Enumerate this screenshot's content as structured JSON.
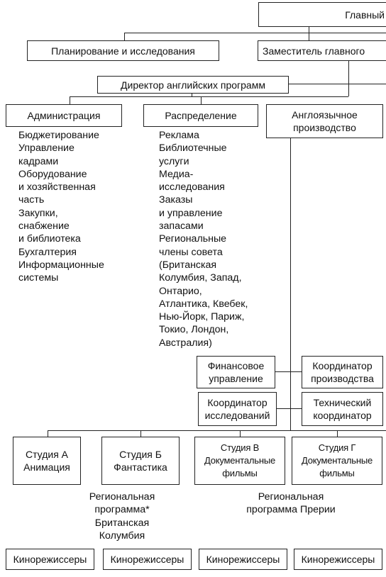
{
  "top": {
    "chief": "Главный",
    "planning": "Планирование и исследования",
    "deputy": "Заместитель главного",
    "director": "Директор английских программ"
  },
  "departments": {
    "admin": {
      "label": "Администрация",
      "items": "Бюджетирование\nУправление\nкадрами\nОборудование\nи хозяйственная\nчасть\nЗакупки,\nснабжение\nи библиотека\nБухгалтерия\nИнформационные\nсистемы"
    },
    "distribution": {
      "label": "Распределение",
      "items": "Реклама\nБиблиотечные\nуслуги\nМедиа-\nисследования\nЗаказы\nи управление\nзапасами\nРегиональные\nчлены совета\n(Британская\nКолумбия, Запад,\nОнтарио,\nАтлантика, Квебек,\nНью-Йорк, Париж,\nТокио, Лондон,\nАвстралия)"
    },
    "production": {
      "label": "Англоязычное\nпроизводство"
    }
  },
  "staff": {
    "finance": "Финансовое\nуправление",
    "prod_coord": "Координатор\nпроизводства",
    "research_coord": "Координатор\nисследований",
    "tech_coord": "Технический\nкоординатор"
  },
  "studios": [
    {
      "label": "Студия А\nАнимация"
    },
    {
      "label": "Студия Б\nФантастика"
    },
    {
      "label": "Студия В\nДокументальные\nфильмы"
    },
    {
      "label": "Студия Г\nДокументальные\nфильмы"
    }
  ],
  "regional": {
    "bc": "Региональная\nпрограмма*\nБританская\nКолумбия",
    "prairie": "Региональная\nпрограмма Прерии"
  },
  "directors": [
    {
      "label": "Кинорежиссеры"
    },
    {
      "label": "Кинорежиссеры"
    },
    {
      "label": "Кинорежиссеры"
    },
    {
      "label": "Кинорежиссеры"
    }
  ]
}
